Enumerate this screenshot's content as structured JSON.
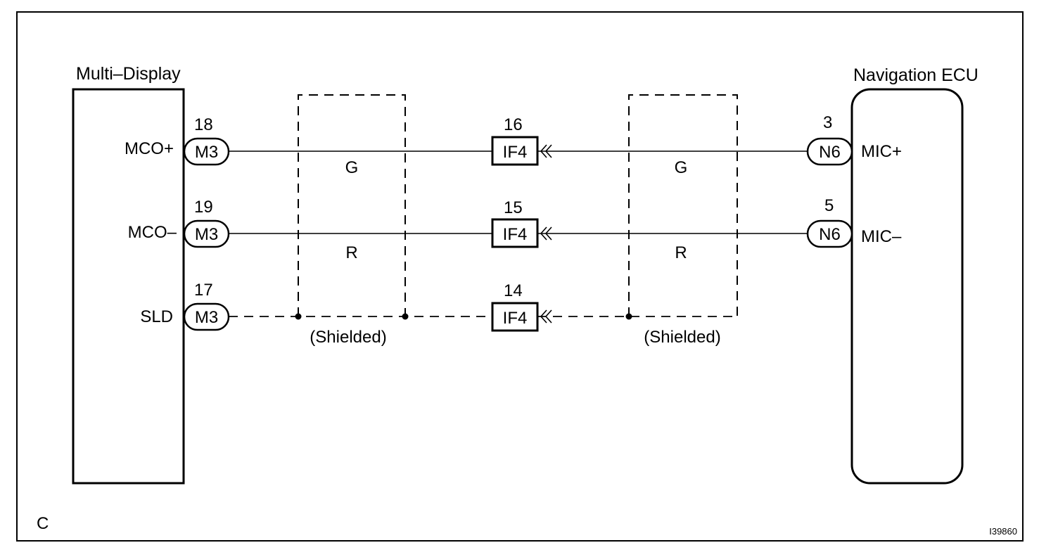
{
  "components": {
    "left": {
      "label": "Multi–Display"
    },
    "right": {
      "label": "Navigation ECU"
    }
  },
  "wires": [
    {
      "left_pin": "18",
      "left_connector": "M3",
      "left_terminal": "MCO+",
      "junction_pin": "16",
      "junction": "IF4",
      "right_pin": "3",
      "right_connector": "N6",
      "right_terminal": "MIC+",
      "color_left": "G",
      "color_right": "G",
      "style": "solid"
    },
    {
      "left_pin": "19",
      "left_connector": "M3",
      "left_terminal": "MCO–",
      "junction_pin": "15",
      "junction": "IF4",
      "right_pin": "5",
      "right_connector": "N6",
      "right_terminal": "MIC–",
      "color_left": "R",
      "color_right": "R",
      "style": "solid"
    },
    {
      "left_pin": "17",
      "left_connector": "M3",
      "left_terminal": "SLD",
      "junction_pin": "14",
      "junction": "IF4",
      "right_pin": "",
      "right_connector": "",
      "right_terminal": "",
      "color_left": "",
      "color_right": "",
      "style": "dashed"
    }
  ],
  "shield": {
    "label_left": "(Shielded)",
    "label_right": "(Shielded)"
  },
  "corner_label": "C",
  "figure_id": "I39860"
}
